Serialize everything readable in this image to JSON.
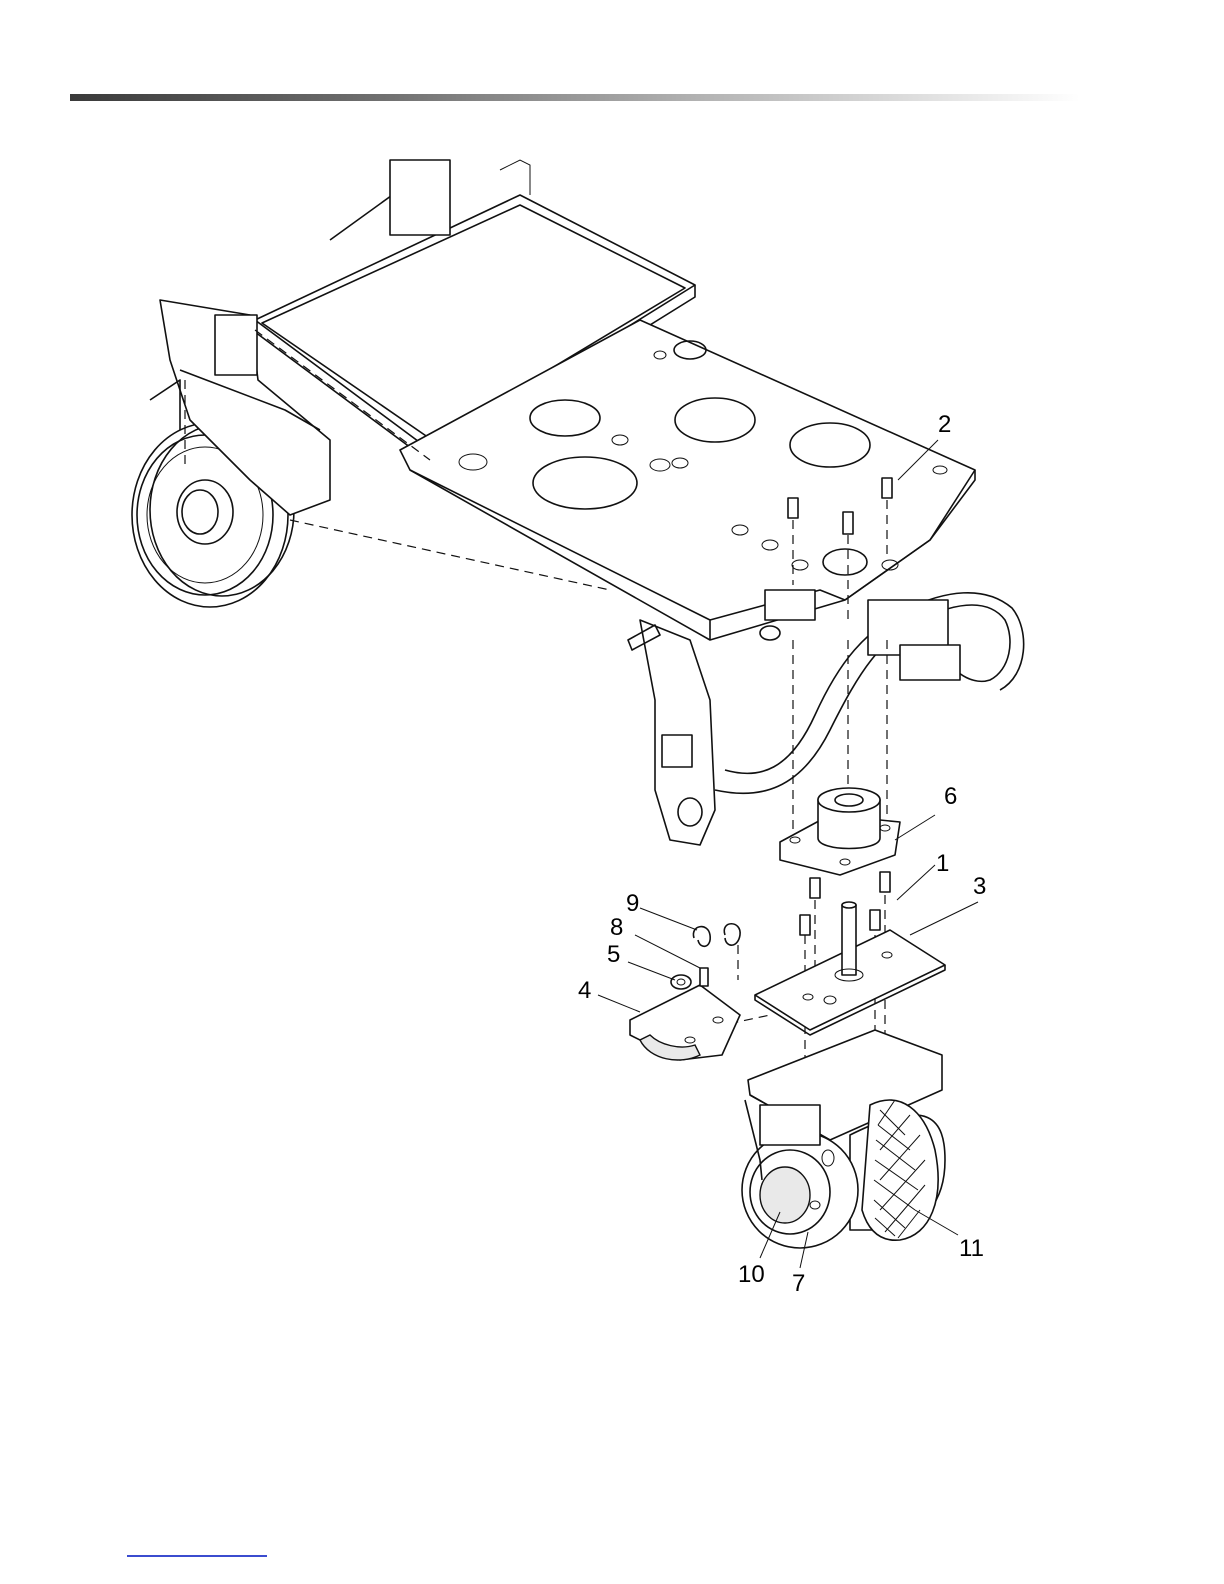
{
  "callouts": [
    {
      "id": "1",
      "label": "1"
    },
    {
      "id": "2",
      "label": "2"
    },
    {
      "id": "3",
      "label": "3"
    },
    {
      "id": "4",
      "label": "4"
    },
    {
      "id": "5",
      "label": "5"
    },
    {
      "id": "6",
      "label": "6"
    },
    {
      "id": "7",
      "label": "7"
    },
    {
      "id": "8",
      "label": "8"
    },
    {
      "id": "9",
      "label": "9"
    },
    {
      "id": "10",
      "label": "10"
    },
    {
      "id": "11",
      "label": "11"
    }
  ],
  "colors": {
    "line": "#111111",
    "header_rule_start": "#3a3a3a",
    "footer_link": "#3b4ccf"
  }
}
